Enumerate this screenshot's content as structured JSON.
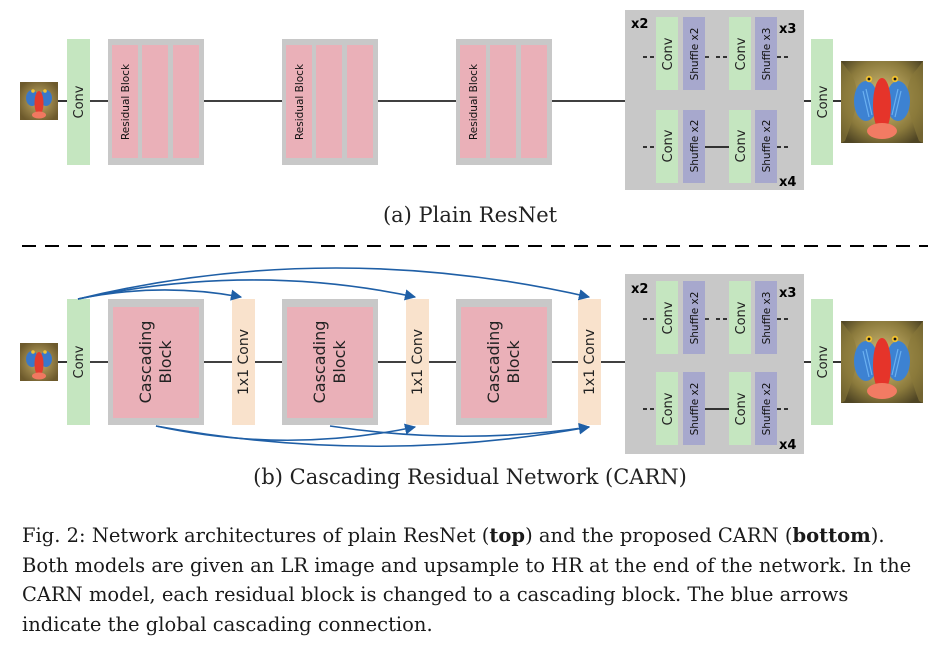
{
  "panel_a": {
    "caption": "(a) Plain ResNet",
    "input_conv": "Conv",
    "blocks": [
      "Residual Block",
      "Residual Block",
      "Residual Block"
    ],
    "output_conv": "Conv",
    "upsample": {
      "x2_label": "x2",
      "x3_label": "x3",
      "x4_label": "x4",
      "conv": "Conv",
      "shuffle_x2": "Shuffle x2",
      "shuffle_x3": "Shuffle x3"
    }
  },
  "panel_b": {
    "caption": "(b) Cascading Residual Network (CARN)",
    "input_conv": "Conv",
    "block_line1": "Cascading",
    "block_line2": "Block",
    "one_by_one": "1x1 Conv",
    "output_conv": "Conv",
    "upsample": {
      "x2_label": "x2",
      "x3_label": "x3",
      "x4_label": "x4",
      "conv": "Conv",
      "shuffle_x2": "Shuffle x2",
      "shuffle_x3": "Shuffle x3"
    }
  },
  "figure_caption": {
    "prefix": "Fig. 2: Network architectures of plain ResNet (",
    "bold1": "top",
    "mid": ") and the proposed CARN (",
    "bold2": "bottom",
    "suffix": "). Both models are given an LR image and upsample to HR at the end of the network. In the CARN model, each residual block is changed to a cascading block. The blue arrows indicate the global cascading connection."
  },
  "colors": {
    "conv_green": "#c5e6c0",
    "block_pink": "#eab0b8",
    "block_gray": "#c8c8c8",
    "one_by_one_peach": "#f9e2cc",
    "shuffle_purple": "#a7a8cd",
    "arrow_blue": "#1f5fa6"
  },
  "icons": [
    "mandrill-thumbnail",
    "mandrill-output-image"
  ]
}
